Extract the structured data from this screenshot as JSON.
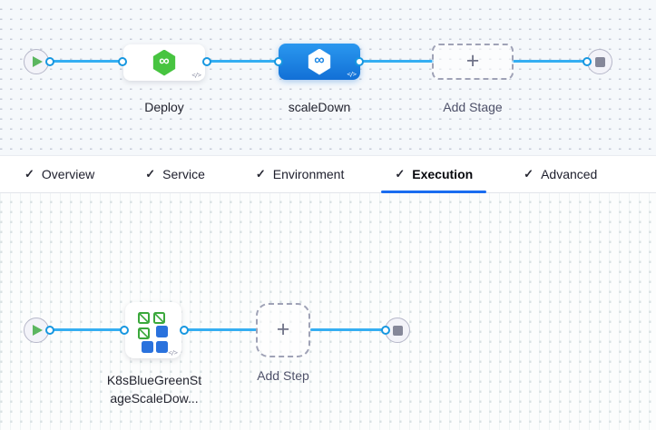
{
  "icons": {
    "check": "✓",
    "plus": "+",
    "infinity": "∞",
    "code": "</>"
  },
  "stage_graph": {
    "stages": [
      {
        "label": "Deploy"
      },
      {
        "label": "scaleDown",
        "selected": true
      }
    ],
    "add_stage_label": "Add Stage"
  },
  "tabs": [
    {
      "label": "Overview",
      "checked": true,
      "active": false
    },
    {
      "label": "Service",
      "checked": true,
      "active": false
    },
    {
      "label": "Environment",
      "checked": true,
      "active": false
    },
    {
      "label": "Execution",
      "checked": true,
      "active": true
    },
    {
      "label": "Advanced",
      "checked": true,
      "active": false
    }
  ],
  "execution_graph": {
    "step_label_line1": "K8sBlueGreenSt",
    "step_label_line2": "ageScaleDow...",
    "add_step_label": "Add Step"
  },
  "colors": {
    "edge_blue": "#35aef2",
    "selected_stage_blue": "#1e88e5",
    "active_tab_underline": "#1a6cf0",
    "harness_green": "#47c440",
    "k8s_icon_green": "#3ba83c",
    "k8s_icon_blue": "#2a72dd",
    "play_green": "#5cb660",
    "stop_gray": "#858799"
  }
}
